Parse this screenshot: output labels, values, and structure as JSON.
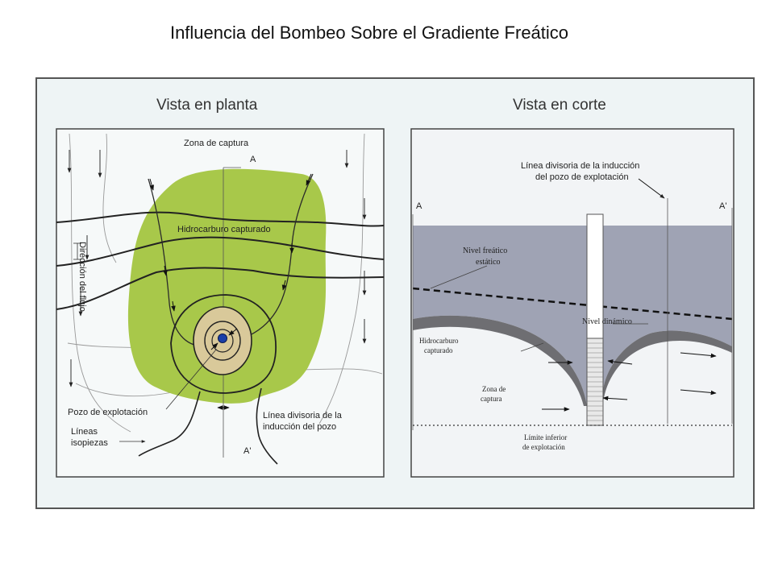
{
  "title": "Influencia del Bombeo Sobre el Gradiente Freático",
  "plan_view": {
    "heading": "Vista en planta",
    "zona_captura": "Zona de captura",
    "section_a": "A",
    "section_a_prime": "A'",
    "hidrocarburo": "Hidrocarburo capturado",
    "direccion_flujo": "Dirección del flujo",
    "pozo": "Pozo de explotación",
    "lineas_line1": "Líneas",
    "lineas_line2": "isopiezas",
    "divisoria_line1": "Línea divisoria de la",
    "divisoria_line2": "inducción del pozo",
    "colors": {
      "capture_zone": "#a8c84a",
      "inner_zone": "#d9c99a",
      "well": "#1a3fa8"
    }
  },
  "section_view": {
    "heading": "Vista en corte",
    "divisoria_line1": "Línea divisoria de la inducción",
    "divisoria_line2": "del pozo de explotación",
    "section_a": "A",
    "section_a_prime": "A'",
    "nivel_estatico_line1": "Nivel freático",
    "nivel_estatico_line2": "estático",
    "nivel_dinamico": "Nivel dinámico",
    "hidrocarburo_line1": "Hidrocarburo",
    "hidrocarburo_line2": "capturado",
    "zona_line1": "Zona de",
    "zona_line2": "captura",
    "limite_line1": "Límite inferior",
    "limite_line2": "de explotación",
    "colors": {
      "vadose": "#9fa3b4",
      "cone": "#6e6e72"
    }
  }
}
